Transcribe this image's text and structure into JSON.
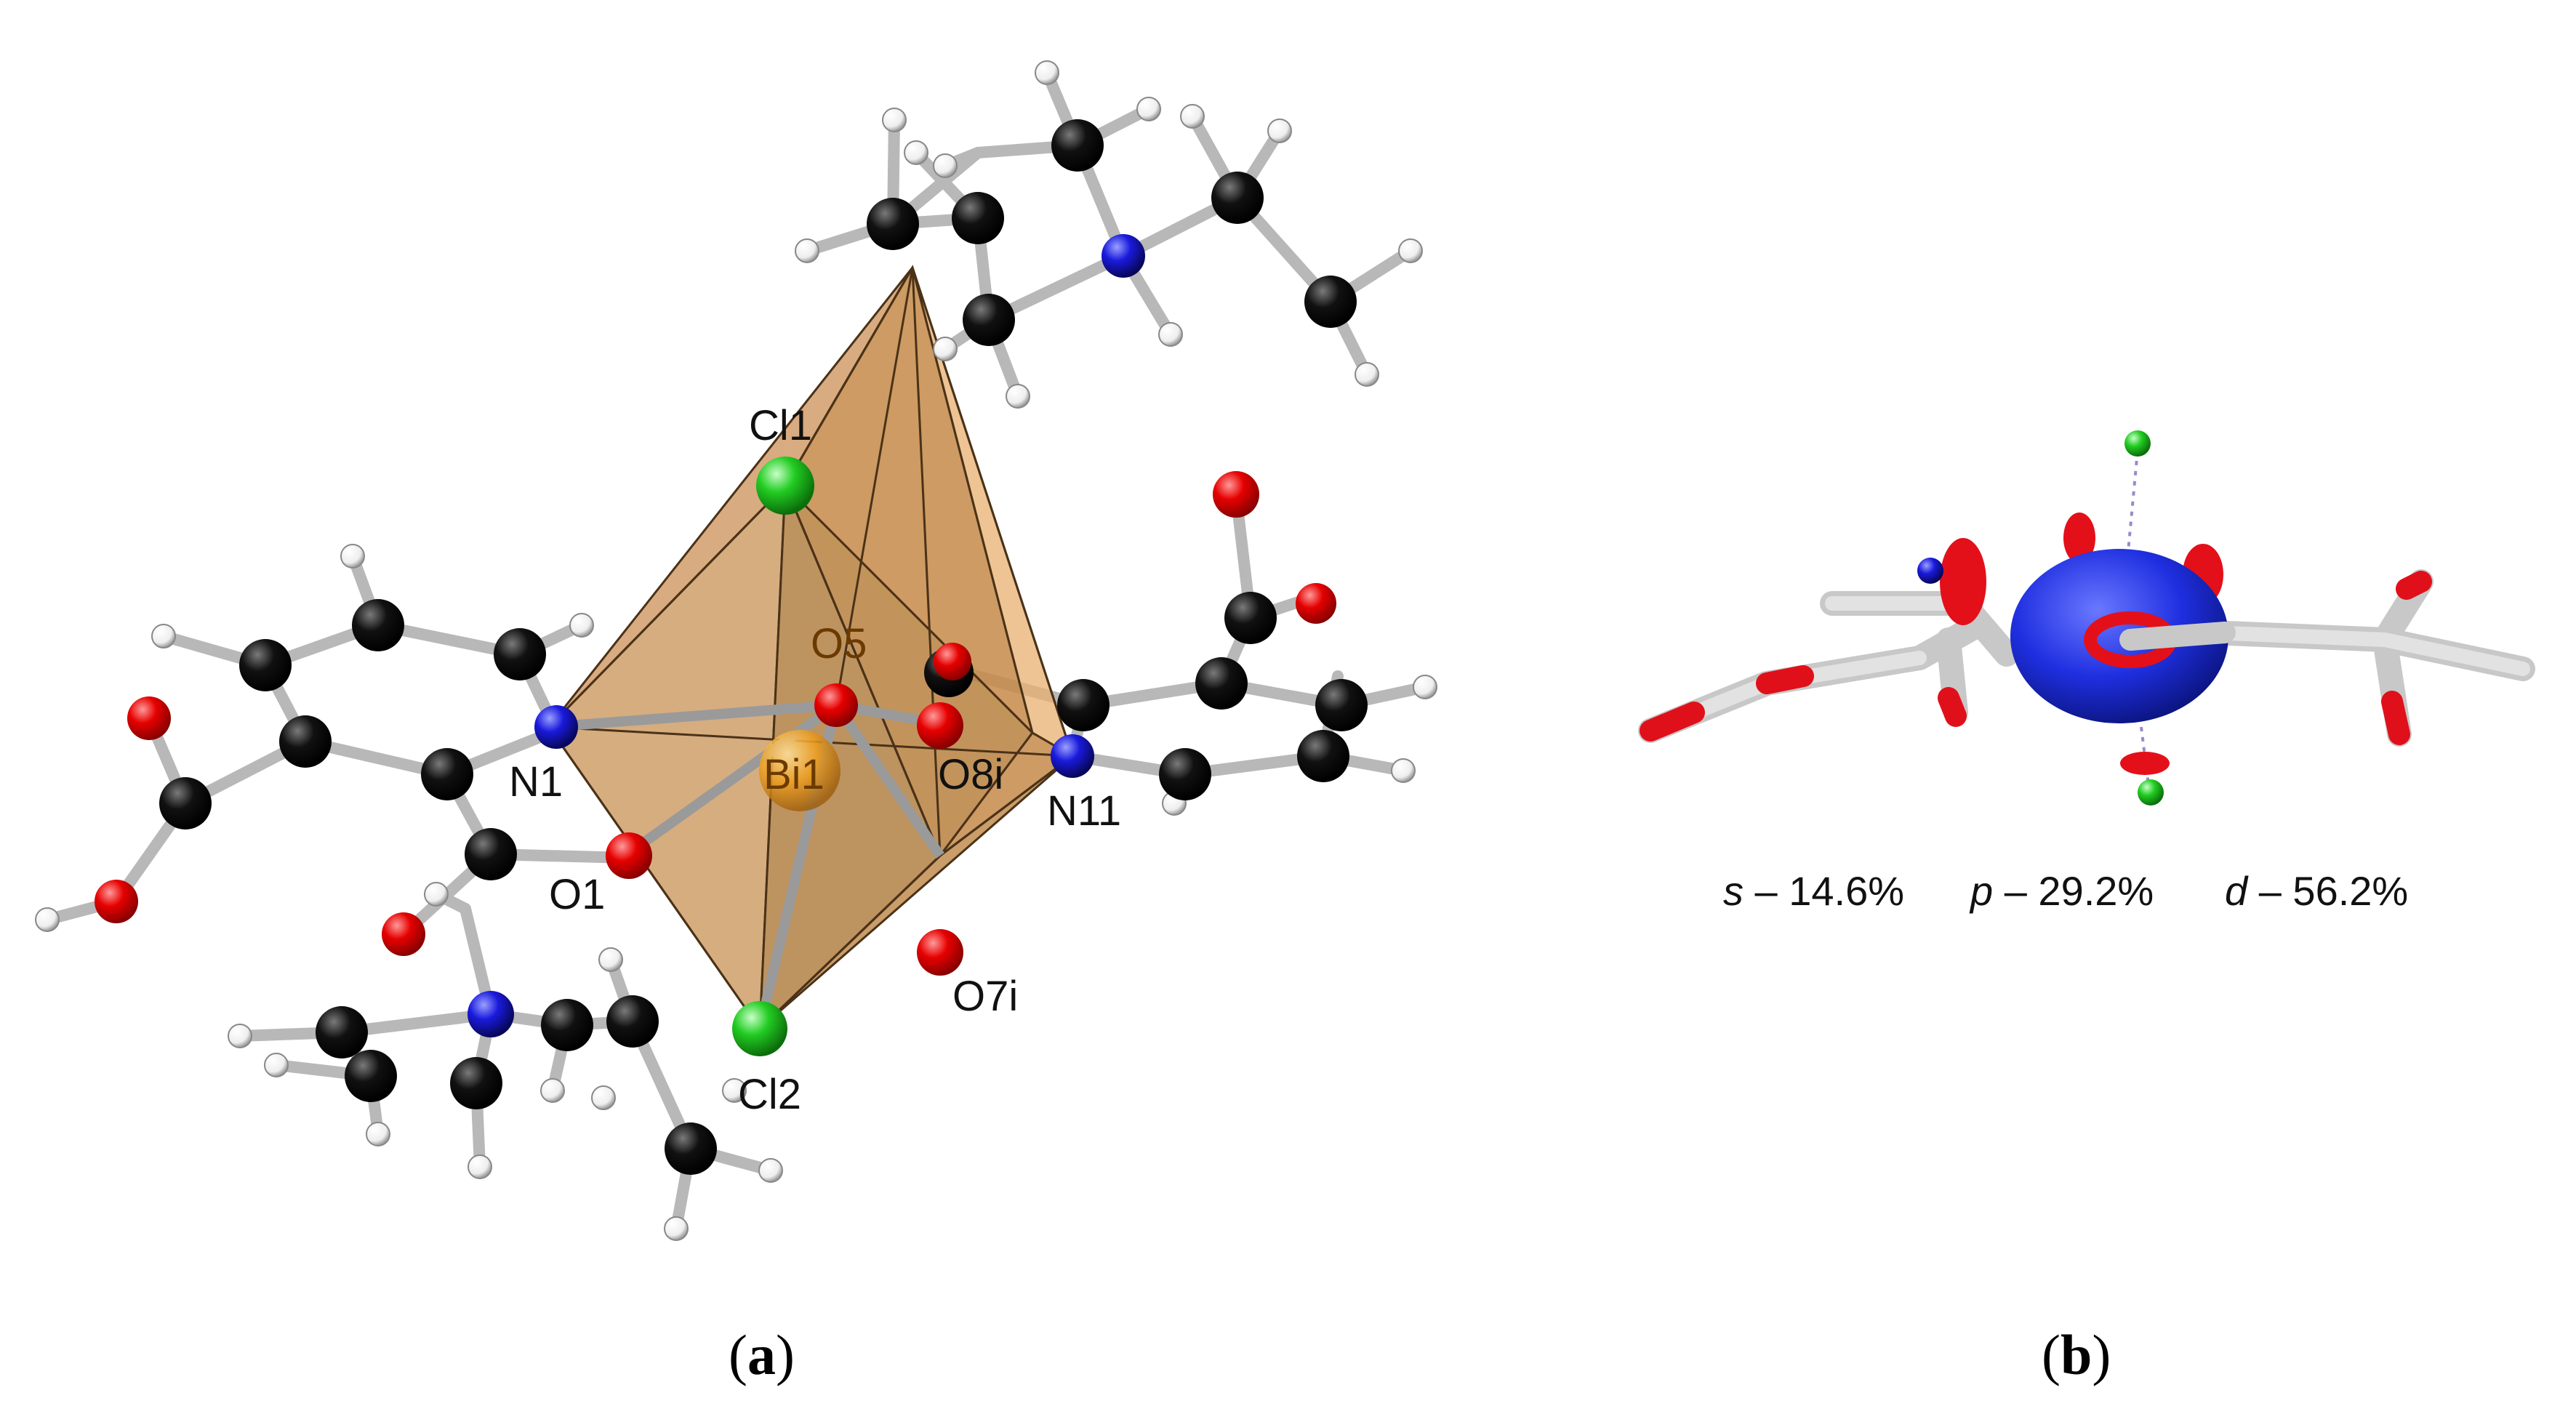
{
  "panel_a": {
    "label_open": "(",
    "label_letter": "a",
    "label_close": ")",
    "atoms": {
      "cl1": "Cl1",
      "cl2": "Cl2",
      "bi1": "Bi1",
      "n1": "N1",
      "n11": "N11",
      "o1": "O1",
      "o5": "O5",
      "o8i": "O8i",
      "o7i": "O7i"
    }
  },
  "panel_b": {
    "label_open": "(",
    "label_letter": "b",
    "label_close": ")",
    "orbital_contributions": [
      {
        "orbital": "s",
        "value": " – 14.6%"
      },
      {
        "orbital": "p",
        "value": " – 29.2%"
      },
      {
        "orbital": "d",
        "value": " – 56.2%"
      }
    ]
  },
  "colors": {
    "carbon": "#0a0a0a",
    "oxygen": "#e60000",
    "nitrogen": "#1a1adc",
    "chlorine": "#1ec81e",
    "bismuth": "#f0a020",
    "hydrogen": "#f2f2f2",
    "polyhedron": "#d49a5a",
    "lone_pair": "#1f2fe0"
  }
}
